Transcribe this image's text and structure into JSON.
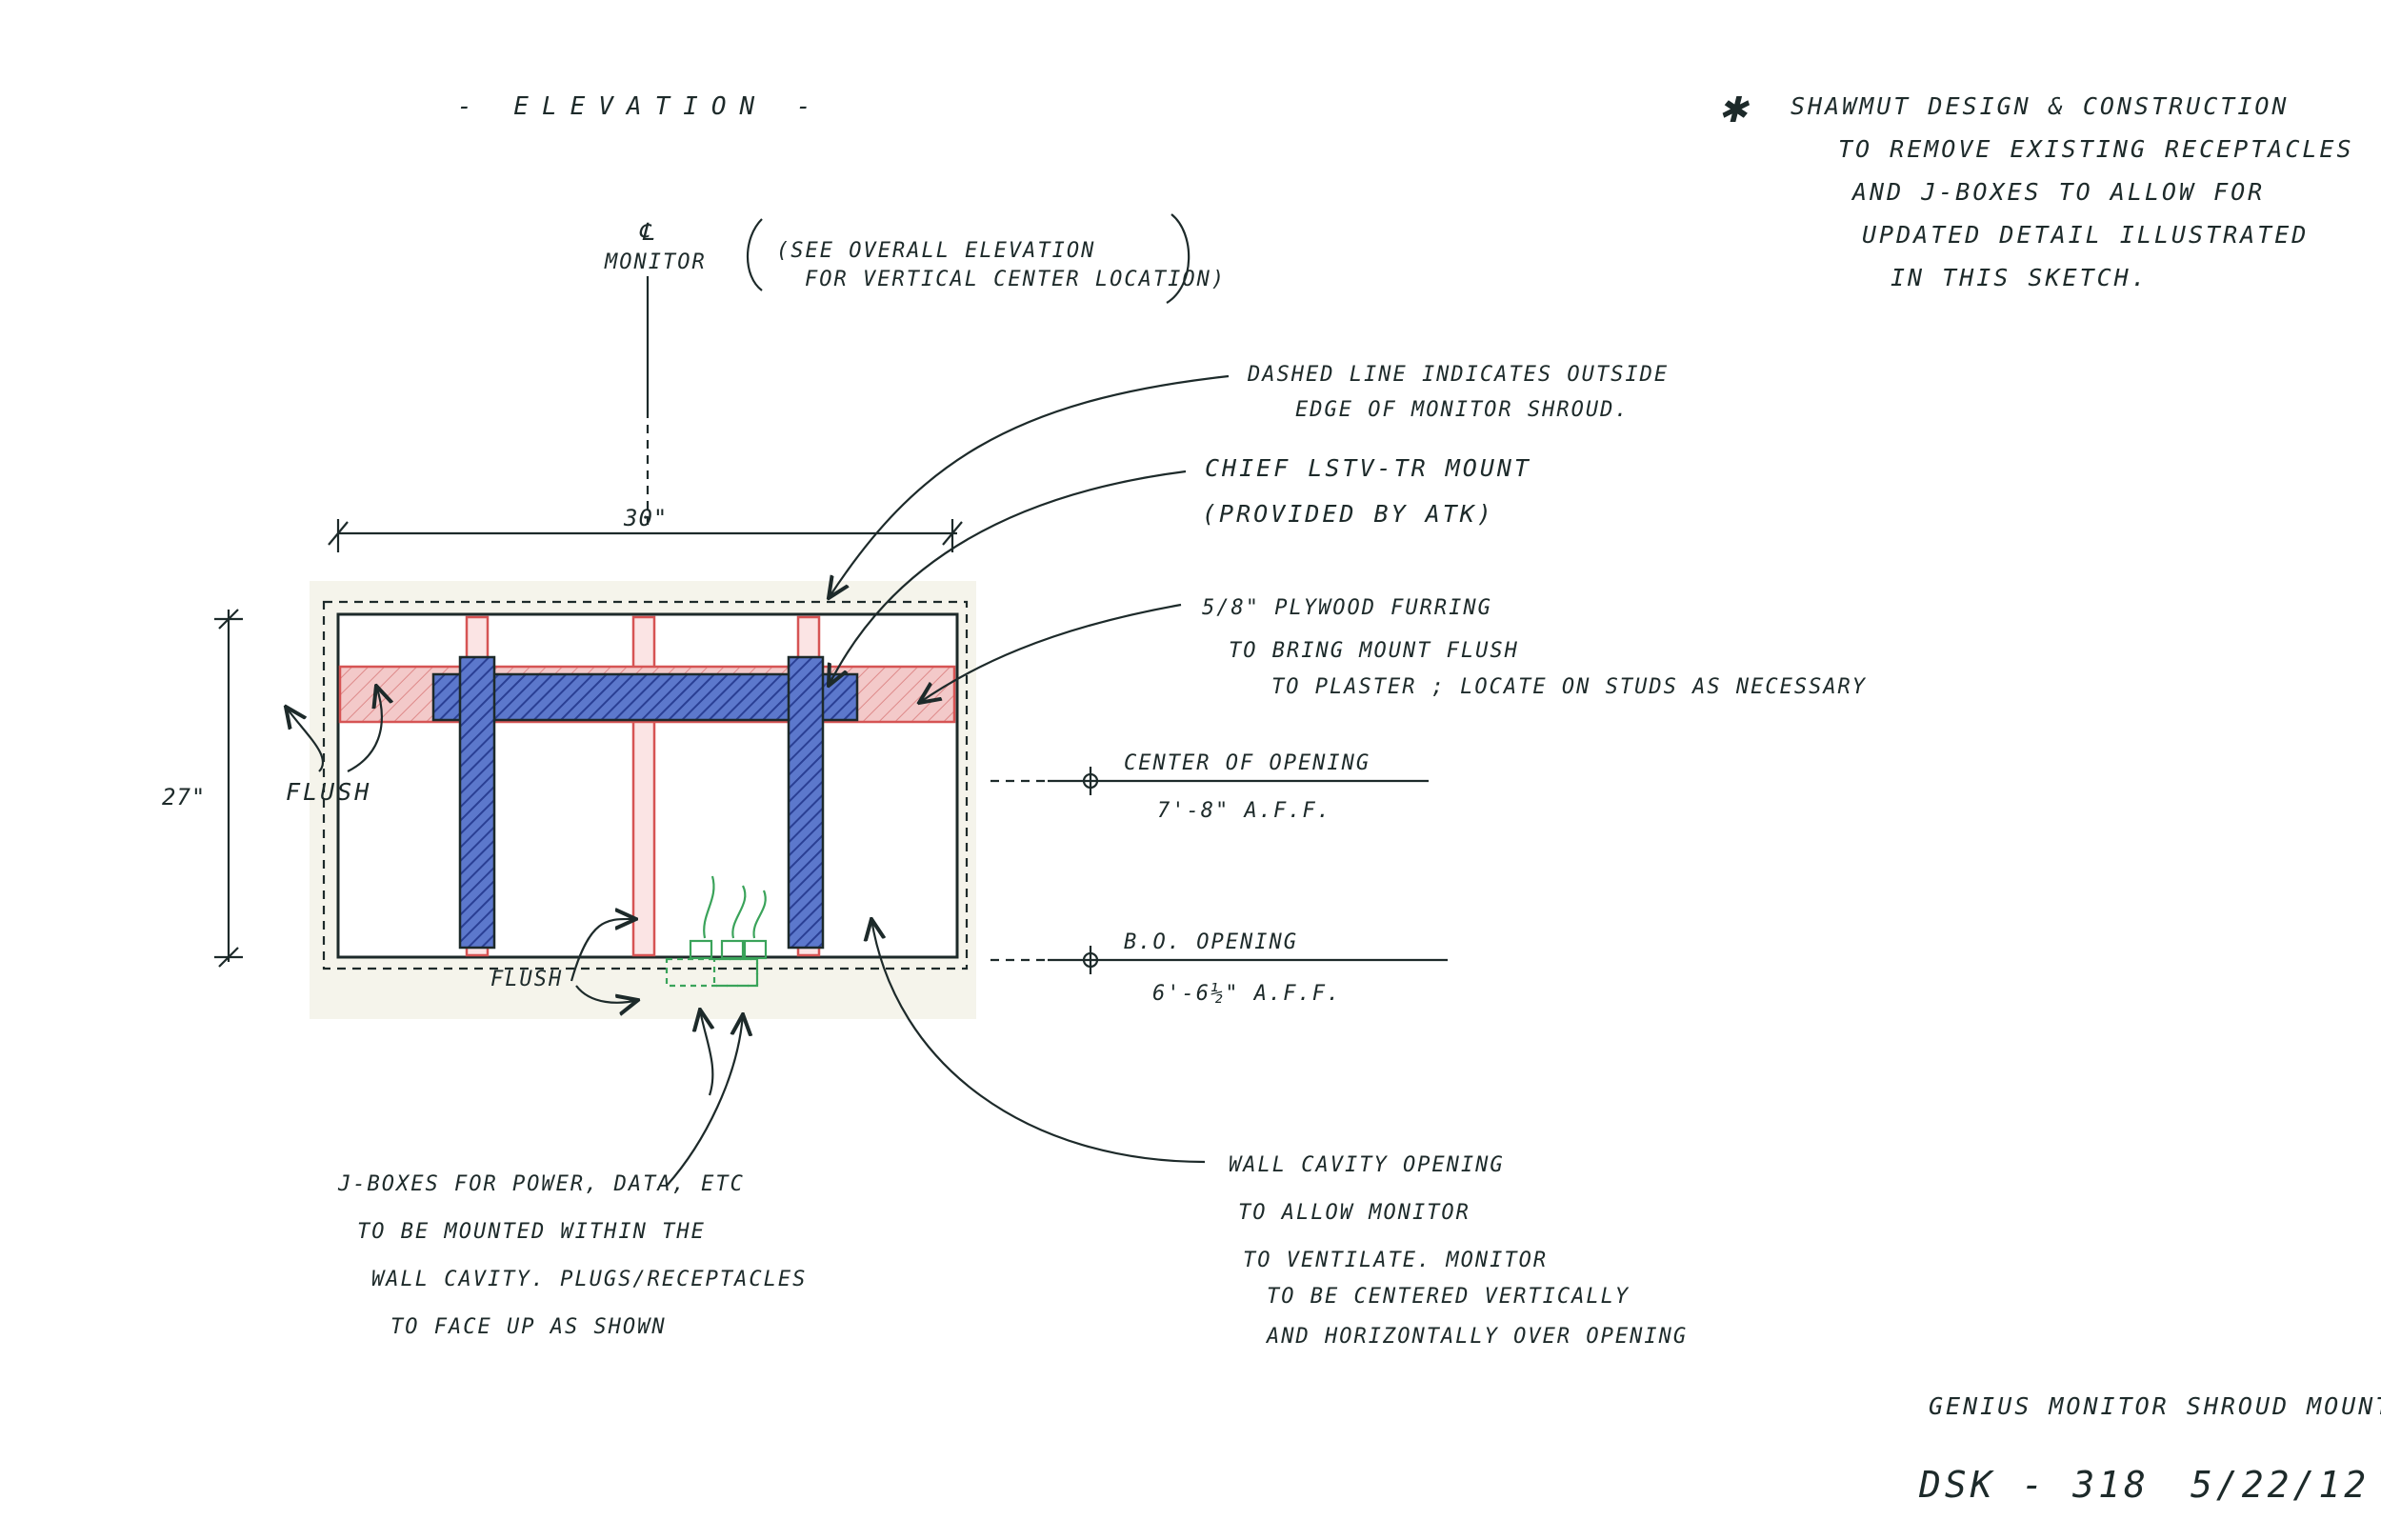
{
  "title": "- ELEVATION -",
  "centerline": {
    "symbol": "℄",
    "label": "MONITOR",
    "note": [
      "(SEE OVERALL ELEVATION",
      "FOR VERTICAL CENTER LOCATION)"
    ]
  },
  "general_note": {
    "marker": "✱",
    "lines": [
      "SHAWMUT DESIGN & CONSTRUCTION",
      "TO REMOVE EXISTING RECEPTACLES",
      "AND J-BOXES TO ALLOW FOR",
      "UPDATED DETAIL ILLUSTRATED",
      "IN THIS SKETCH."
    ]
  },
  "callouts": {
    "dashed_line": [
      "DASHED LINE INDICATES OUTSIDE",
      "EDGE OF MONITOR SHROUD."
    ],
    "mount": [
      "CHIEF LSTV-TR MOUNT",
      "(PROVIDED BY ATK)"
    ],
    "furring": [
      "5/8\" PLYWOOD FURRING",
      "TO BRING MOUNT FLUSH",
      "TO PLASTER ; LOCATE ON STUDS AS NECESSARY"
    ],
    "jboxes": [
      "J-BOXES FOR POWER, DATA, ETC",
      "TO BE MOUNTED WITHIN THE",
      "WALL CAVITY. PLUGS/RECEPTACLES",
      "TO FACE UP AS SHOWN"
    ],
    "wall_cavity": [
      "WALL CAVITY OPENING",
      "TO ALLOW MONITOR",
      "TO VENTILATE. MONITOR",
      "TO BE CENTERED VERTICALLY",
      "AND HORIZONTALLY OVER OPENING"
    ]
  },
  "dimensions": {
    "width": "30\"",
    "height": "27\""
  },
  "flush_labels": [
    "FLUSH",
    "FLUSH"
  ],
  "levels": [
    {
      "label": "CENTER OF OPENING",
      "value": "7'-8\" A.F.F."
    },
    {
      "label": "B.O. OPENING",
      "value": "6'-6½\" A.F.F."
    }
  ],
  "title_block": {
    "name": "GENIUS MONITOR SHROUD MOUNT",
    "sheet": "DSK - 318",
    "date": "5/22/12"
  },
  "colors": {
    "ink": "#1d2a2a",
    "studs_red": "#d65454",
    "mount_blue": "#3456b8",
    "jbox_green": "#3aa35a",
    "plaster_tint": "#f1efe2"
  }
}
